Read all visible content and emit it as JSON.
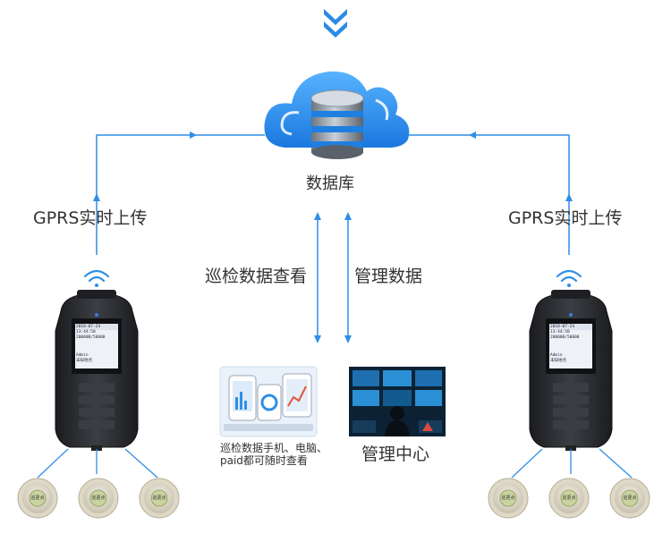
{
  "colors": {
    "accent_blue": "#2f8ee6",
    "cloud_blue": "#2a90ee",
    "device_body": "#2b2d31",
    "label_text": "#333333"
  },
  "top_arrow": {
    "icon": "double-chevron-down-icon"
  },
  "database": {
    "label": "数据库",
    "icon": "database-cloud-icon"
  },
  "left_branch": {
    "upload_label": "GPRS实时上传",
    "wifi_icon": "wifi-signal-icon"
  },
  "right_branch": {
    "upload_label": "GPRS实时上传",
    "wifi_icon": "wifi-signal-icon"
  },
  "center_links": {
    "view_label": "巡检数据查看",
    "manage_label": "管理数据"
  },
  "mobile_view": {
    "icon": "devices-phone-laptop-icon",
    "caption_line1": "巡检数据手机、电脑、",
    "caption_line2": "paid都可随时查看"
  },
  "management_center": {
    "icon": "control-room-icon",
    "label": "管理中心"
  },
  "device": {
    "icon": "patrol-device-icon",
    "screen_line1": "2018-07-24 13:44:50",
    "screen_line2": "20000B/50000",
    "screen_user": "Admin",
    "screen_status": "未知地点"
  },
  "tag_button": {
    "icon": "rfid-tag-button-icon",
    "label": "巡更点"
  }
}
